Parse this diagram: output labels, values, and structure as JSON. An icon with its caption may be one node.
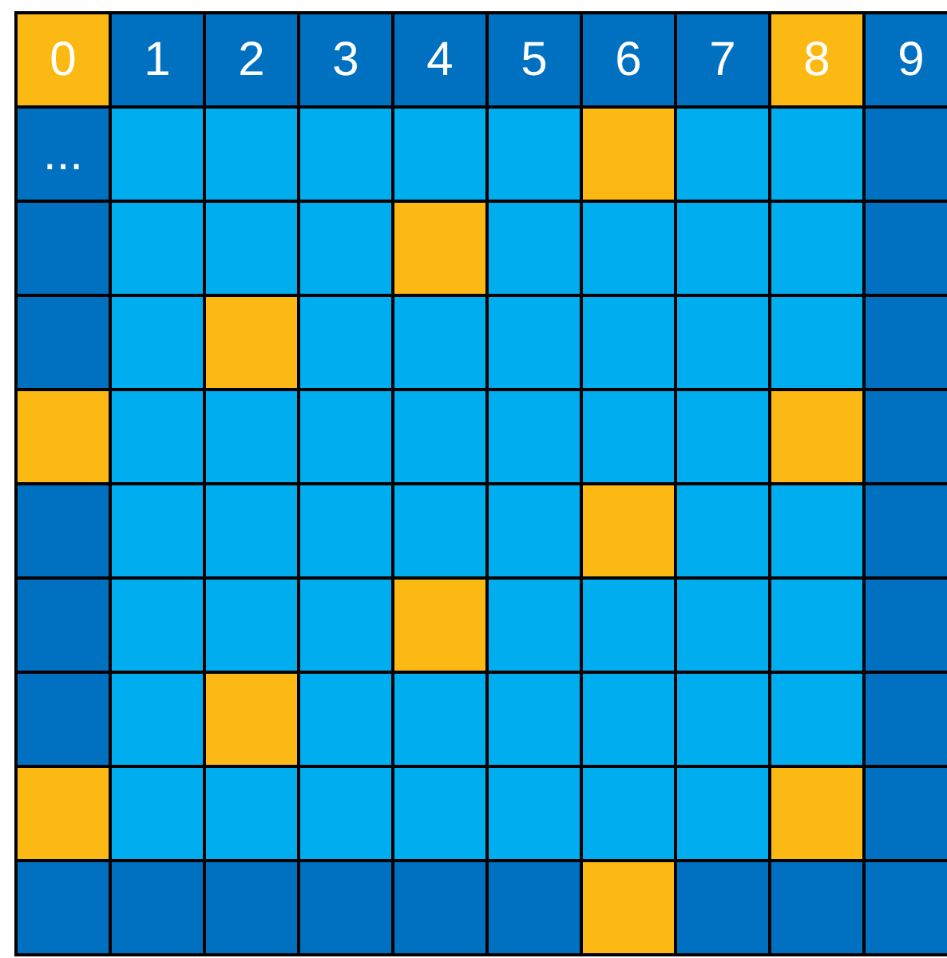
{
  "diagram": {
    "nodes": [
      {
        "text": [
          "0"
        ]
      },
      {
        "text": [
          "1"
        ]
      },
      {
        "text": [
          "2"
        ]
      },
      {
        "text": [
          "3"
        ]
      },
      {
        "text": [
          "4"
        ]
      },
      {
        "text": [
          "5"
        ]
      },
      {
        "text": [
          "6"
        ]
      },
      {
        "text": [
          "7"
        ]
      },
      {
        "text": [
          "8"
        ]
      },
      {
        "text": [
          "9"
        ]
      },
      {
        "text": [
          "..."
        ]
      },
      {
        "text": [],
        "shape": "box"
      },
      {
        "text": [],
        "shape": "box"
      },
      {
        "text": [],
        "shape": "box"
      },
      {
        "text": [],
        "shape": "box"
      },
      {
        "text": [],
        "shape": "box"
      },
      {
        "text": [],
        "shape": "box"
      },
      {
        "text": [],
        "shape": "box"
      },
      {
        "text": [],
        "shape": "box"
      },
      {
        "text": [],
        "shape": "box"
      },
      {
        "text": [],
        "shape": "box"
      },
      {
        "text": [],
        "shape": "box"
      },
      {
        "text": [],
        "shape": "box"
      },
      {
        "text": [],
        "shape": "box"
      },
      {
        "text": [],
        "shape": "box"
      },
      {
        "text": [],
        "shape": "box"
      },
      {
        "text": [],
        "shape": "box"
      },
      {
        "text": [],
        "shape": "box"
      },
      {
        "text": [],
        "shape": "box"
      },
      {
        "text": [],
        "shape": "box"
      },
      {
        "text": [],
        "shape": "box"
      },
      {
        "text": [],
        "shape": "box"
      },
      {
        "text": [],
        "shape": "box"
      },
      {
        "text": [],
        "shape": "box"
      },
      {
        "text": [],
        "shape": "box"
      },
      {
        "text": [],
        "shape": "box"
      },
      {
        "text": [],
        "shape": "box"
      },
      {
        "text": [],
        "shape": "box"
      },
      {
        "text": [],
        "shape": "box"
      },
      {
        "text": [],
        "shape": "box"
      },
      {
        "text": [],
        "shape": "box"
      },
      {
        "text": [],
        "shape": "box"
      },
      {
        "text": [],
        "shape": "box"
      },
      {
        "text": [],
        "shape": "box"
      },
      {
        "text": [],
        "shape": "box"
      },
      {
        "text": [],
        "shape": "box"
      },
      {
        "text": [],
        "shape": "box"
      },
      {
        "text": [],
        "shape": "box"
      },
      {
        "text": [],
        "shape": "box"
      },
      {
        "text": [],
        "shape": "box"
      },
      {
        "text": [],
        "shape": "box"
      },
      {
        "text": [],
        "shape": "box"
      },
      {
        "text": [],
        "shape": "box"
      },
      {
        "text": [],
        "shape": "box"
      },
      {
        "text": [],
        "shape": "box"
      },
      {
        "text": [],
        "shape": "box"
      },
      {
        "text": [],
        "shape": "box"
      },
      {
        "text": [],
        "shape": "box"
      },
      {
        "text": [],
        "shape": "box"
      },
      {
        "text": [],
        "shape": "box"
      },
      {
        "text": [],
        "shape": "box"
      },
      {
        "text": [],
        "shape": "box"
      },
      {
        "text": [],
        "shape": "box"
      },
      {
        "text": [],
        "shape": "box"
      },
      {
        "text": [],
        "shape": "box"
      },
      {
        "text": [],
        "shape": "box"
      },
      {
        "text": [],
        "shape": "box"
      },
      {
        "text": [],
        "shape": "box"
      },
      {
        "text": [],
        "shape": "box"
      },
      {
        "text": [],
        "shape": "box"
      },
      {
        "text": [],
        "shape": "box"
      },
      {
        "text": [],
        "shape": "box"
      },
      {
        "text": [],
        "shape": "box"
      },
      {
        "text": [],
        "shape": "box"
      },
      {
        "text": [],
        "shape": "box"
      },
      {
        "text": [],
        "shape": "box"
      },
      {
        "text": [],
        "shape": "box"
      },
      {
        "text": [],
        "shape": "box"
      },
      {
        "text": [],
        "shape": "box"
      },
      {
        "text": [],
        "shape": "box"
      },
      {
        "text": [],
        "shape": "box"
      },
      {
        "text": [],
        "shape": "box"
      },
      {
        "text": [],
        "shape": "box"
      },
      {
        "text": [],
        "shape": "box"
      },
      {
        "text": [],
        "shape": "box"
      },
      {
        "text": [],
        "shape": "box"
      },
      {
        "text": [],
        "shape": "box"
      },
      {
        "text": [],
        "shape": "box"
      },
      {
        "text": [],
        "shape": "box"
      },
      {
        "text": [],
        "shape": "box"
      },
      {
        "text": [],
        "shape": "box"
      },
      {
        "text": [],
        "shape": "box"
      },
      {
        "text": [],
        "shape": "box"
      },
      {
        "text": [],
        "shape": "box"
      },
      {
        "text": [],
        "shape": "box"
      },
      {
        "text": [],
        "shape": "box"
      },
      {
        "text": [],
        "shape": "box"
      },
      {
        "text": [],
        "shape": "box"
      },
      {
        "text": [],
        "shape": "box"
      },
      {
        "text": [],
        "shape": "box"
      }
    ]
  }
}
